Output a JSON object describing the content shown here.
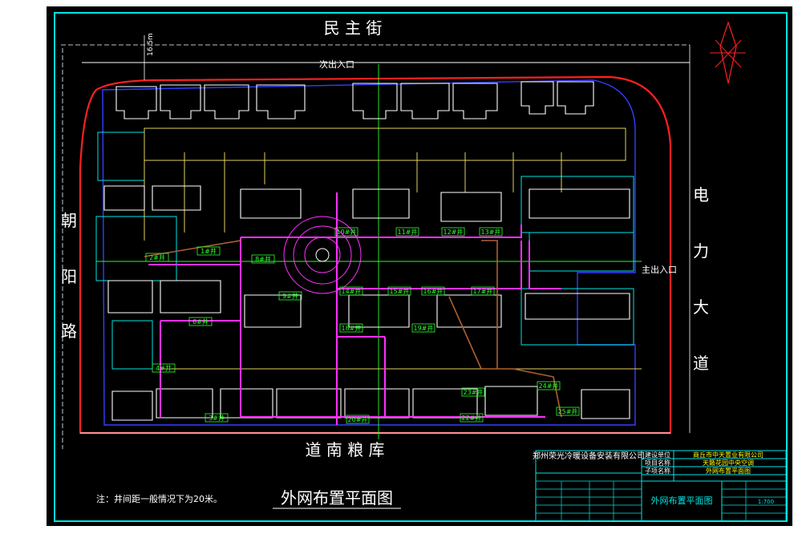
{
  "streets": {
    "north": "民 主 街",
    "west": [
      "朝",
      "阳",
      "路"
    ],
    "east": [
      "电",
      "力",
      "大",
      "道"
    ],
    "south": "道 南 粮 库"
  },
  "entrances": {
    "secondary": "次出入口",
    "main": "主出入口"
  },
  "dimension_label": "16.5m",
  "drawing_title": "外网布置平面图",
  "note": "注：井间距一般情况下为20米。",
  "manholes": [
    {
      "label": "10#井"
    },
    {
      "label": "11#井"
    },
    {
      "label": "12#井"
    },
    {
      "label": "13#井"
    },
    {
      "label": "14#井"
    },
    {
      "label": "15#井"
    },
    {
      "label": "16#井"
    },
    {
      "label": "17#井"
    },
    {
      "label": "18#井"
    },
    {
      "label": "19#井"
    },
    {
      "label": "20#井"
    },
    {
      "label": "22#井"
    },
    {
      "label": "23#井"
    },
    {
      "label": "24#井"
    },
    {
      "label": "25#井"
    },
    {
      "label": "8#井"
    },
    {
      "label": "9#井"
    },
    {
      "label": "6#井"
    },
    {
      "label": "4#井"
    },
    {
      "label": "3#井"
    },
    {
      "label": "2#井"
    },
    {
      "label": "1#井"
    }
  ],
  "title_block": {
    "designer_company": "郑州荣光冷暖设备安装有限公司",
    "client_label": "建设单位",
    "client": "商丘市中天置业有限公司",
    "project_label": "项目名称",
    "project": "天籁花园中央空调",
    "sub_label": "子项名称",
    "sub_project": "外网布置平面图",
    "drawing_name": "外网布置平面图",
    "scale": "1:700",
    "colors": {
      "frame": "#00e5e5",
      "text_yellow": "#ffff00",
      "text_cyan": "#00e5e5"
    }
  },
  "colors": {
    "background": "#000000",
    "frame": "#00e5e5",
    "boundary_red": "#ff2020",
    "boundary_blue": "#3040ff",
    "pipe_magenta": "#ff30ff",
    "pipe_brown": "#b06030",
    "building_white": "#ffffff",
    "road_yellow": "#e0d060",
    "axis_green": "#20ff20",
    "label_green": "#30ff30"
  }
}
